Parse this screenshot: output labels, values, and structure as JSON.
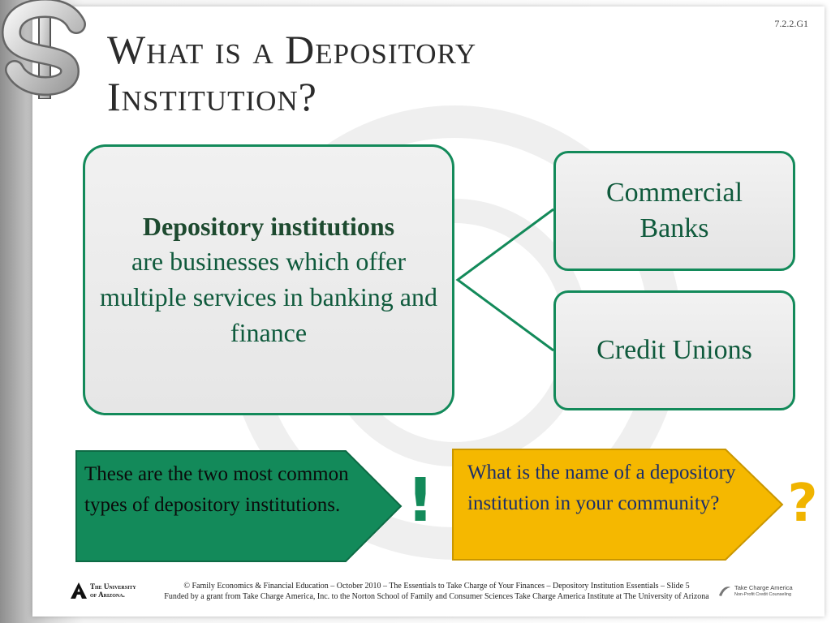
{
  "slide": {
    "code": "7.2.2.G1",
    "title_line1": "What is a Depository",
    "title_line2": "Institution?"
  },
  "definition": {
    "term": "Depository institutions",
    "text": "are businesses which offer multiple services in banking and finance"
  },
  "types": [
    {
      "label_line1": "Commercial",
      "label_line2": "Banks"
    },
    {
      "label": "Credit Unions"
    }
  ],
  "callouts": {
    "statement": "These are the two most common types of depository institutions.",
    "statement_mark": "!",
    "question": "What is the name of a depository institution in your community?",
    "question_mark": "?"
  },
  "footer": {
    "line1": "© Family Economics & Financial Education – October 2010 – The Essentials to Take Charge of Your Finances – Depository Institution Essentials – Slide 5",
    "line2": "Funded by a grant from Take Charge America, Inc. to the Norton School of Family and Consumer Sciences Take Charge America Institute at The University of Arizona"
  },
  "logos": {
    "ua_line1": "The University",
    "ua_line2": "of Arizona.",
    "tca_line1": "Take Charge America",
    "tca_line2": "Non-Profit Credit Counseling"
  },
  "colors": {
    "green": "#138a5a",
    "gold": "#f0b400",
    "text_green": "#0f5a3c"
  }
}
